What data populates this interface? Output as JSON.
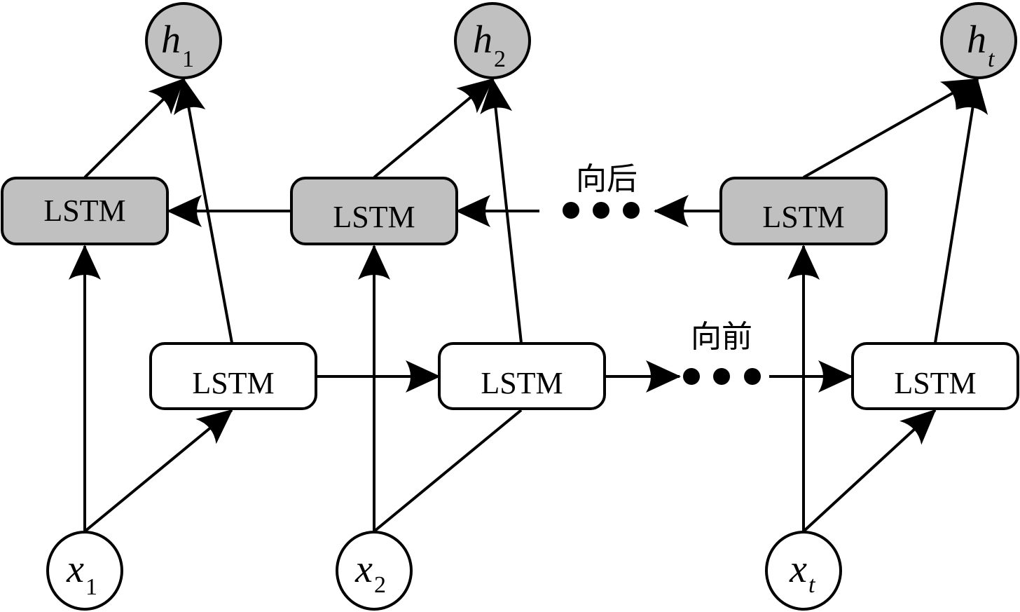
{
  "diagram": {
    "type": "bidirectional-lstm",
    "colors": {
      "backward_fill": "#c0c0c0",
      "forward_fill": "#ffffff",
      "stroke": "#000000"
    },
    "cell_label": "LSTM",
    "direction_labels": {
      "backward": "向后",
      "forward": "向前"
    },
    "ellipsis": "•••",
    "inputs": [
      {
        "base": "x",
        "sub": "1"
      },
      {
        "base": "x",
        "sub": "2"
      },
      {
        "base": "x",
        "sub": "t"
      }
    ],
    "outputs": [
      {
        "base": "h",
        "sub": "1"
      },
      {
        "base": "h",
        "sub": "2"
      },
      {
        "base": "h",
        "sub": "t"
      }
    ],
    "backward_cells": [
      "LSTM",
      "LSTM",
      "LSTM"
    ],
    "forward_cells": [
      "LSTM",
      "LSTM",
      "LSTM"
    ]
  }
}
